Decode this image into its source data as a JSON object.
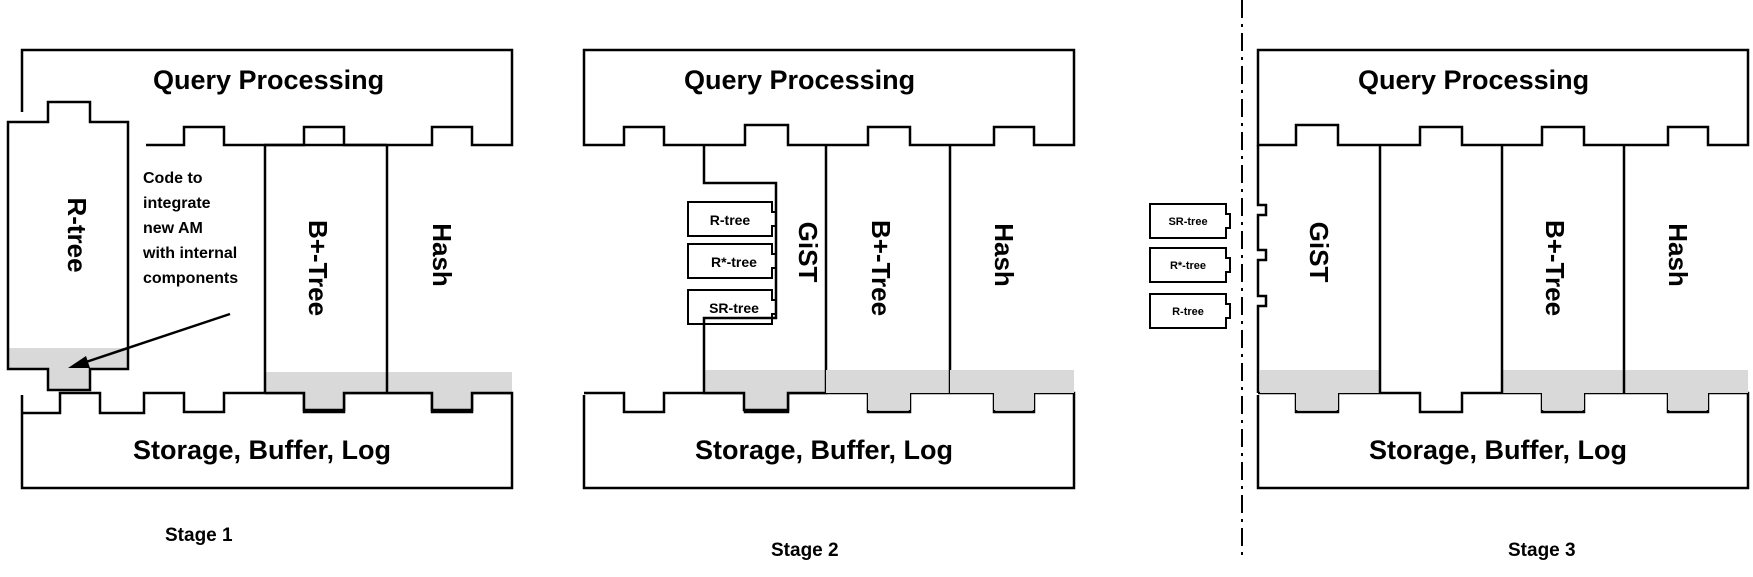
{
  "stage1": {
    "caption": "Stage 1",
    "top_module": "Query Processing",
    "bottom_module": "Storage, Buffer, Log",
    "new_am": "R-tree",
    "annotation": [
      "Code to",
      "integrate",
      "new AM",
      "with internal",
      "components"
    ],
    "access_methods": [
      "B+-Tree",
      "Hash"
    ]
  },
  "stage2": {
    "caption": "Stage 2",
    "top_module": "Query Processing",
    "bottom_module": "Storage, Buffer, Log",
    "framework": "GiST",
    "plugins": [
      "R-tree",
      "R*-tree",
      "SR-tree"
    ],
    "access_methods": [
      "B+-Tree",
      "Hash"
    ]
  },
  "stage3": {
    "caption": "Stage 3",
    "top_module": "Query Processing",
    "bottom_module": "Storage, Buffer, Log",
    "framework": "GiST",
    "plugins": [
      "SR-tree",
      "R*-tree",
      "R-tree"
    ],
    "access_methods": [
      "B+-Tree",
      "Hash"
    ]
  },
  "colors": {
    "line": "#000000",
    "shade": "#d9d9d9",
    "background": "#ffffff"
  }
}
